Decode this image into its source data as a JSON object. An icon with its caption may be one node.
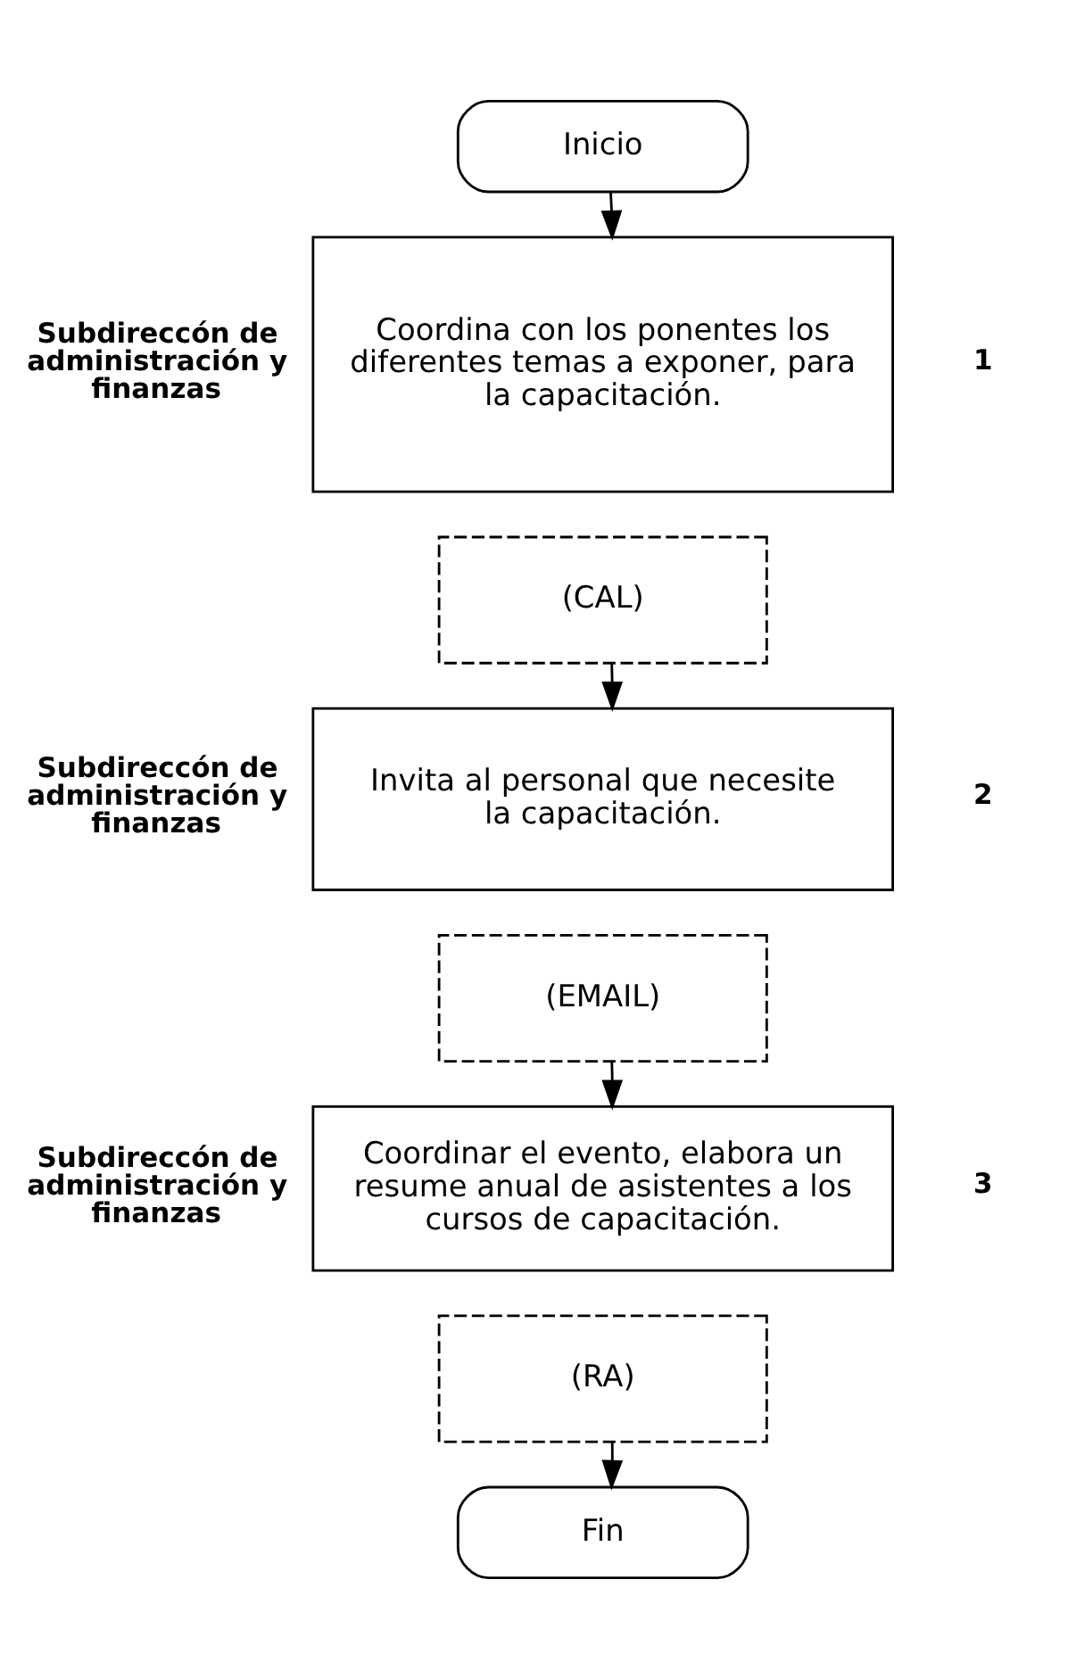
{
  "diagram": {
    "nodes": [
      {
        "text": [
          "Inicio"
        ]
      },
      {
        "text": [
          "Coordina con los ponentes los diferentes temas a exponer, para la capacitación."
        ],
        "beside": [
          "Subdireccón de administración y finanzas",
          "1"
        ]
      },
      {
        "text": [
          "(CAL)"
        ]
      },
      {
        "text": [
          "Invita al personal que necesite la capacitación."
        ],
        "beside": [
          "Subdireccón de administración y finanzas",
          "2"
        ]
      },
      {
        "text": [
          "(EMAIL)"
        ]
      },
      {
        "text": [
          "Coordinar el evento, elabora un resume anual de asistentes a los cursos de capacitación."
        ],
        "beside": [
          "Subdireccón de administración y finanzas",
          "3"
        ]
      },
      {
        "text": [
          "(RA)"
        ]
      },
      {
        "text": [
          "Fin"
        ]
      }
    ],
    "edges": [
      {
        "from": 0,
        "to": 1,
        "arrow": "to"
      },
      {
        "from": 2,
        "to": 3,
        "arrow": "to"
      },
      {
        "from": 4,
        "to": 5,
        "arrow": "to"
      },
      {
        "from": 6,
        "to": 7,
        "arrow": "to"
      }
    ]
  }
}
